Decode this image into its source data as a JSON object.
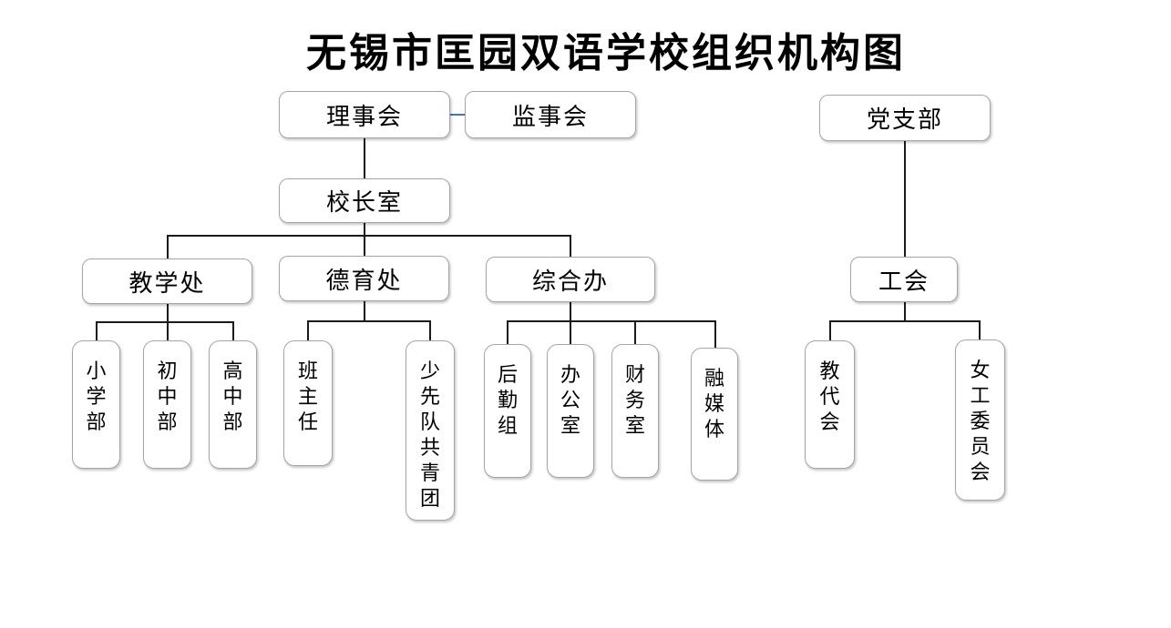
{
  "title": "无锡市匡园双语学校组织机构图",
  "colors": {
    "background": "#ffffff",
    "box_border": "#a6a6a6",
    "box_fill": "#ffffff",
    "connector": "#1a1a1a",
    "peer_connector": "#4472c4",
    "text": "#000000"
  },
  "nodes": {
    "board": {
      "label": "理事会"
    },
    "supervisory": {
      "label": "监事会"
    },
    "party": {
      "label": "党支部"
    },
    "principal": {
      "label": "校长室"
    },
    "teaching": {
      "label": "教学处"
    },
    "moral": {
      "label": "德育处"
    },
    "general": {
      "label": "综合办"
    },
    "union": {
      "label": "工会"
    },
    "primary": {
      "label": "小学部"
    },
    "junior": {
      "label": "初中部"
    },
    "senior": {
      "label": "高中部"
    },
    "head_teacher": {
      "label": "班主任"
    },
    "young_pioneers": {
      "label": "少先队共青团"
    },
    "logistics": {
      "label": "后勤组"
    },
    "admin_office": {
      "label": "办公室"
    },
    "finance": {
      "label": "财务室"
    },
    "media": {
      "label": "融媒体"
    },
    "staff_congress": {
      "label": "教代会"
    },
    "women_committee": {
      "label": "女工委员会"
    }
  },
  "hierarchy": {
    "board": [
      "principal"
    ],
    "board_peer": [
      "supervisory"
    ],
    "principal": [
      "teaching",
      "moral",
      "general"
    ],
    "teaching": [
      "primary",
      "junior",
      "senior"
    ],
    "moral": [
      "head_teacher",
      "young_pioneers"
    ],
    "general": [
      "logistics",
      "admin_office",
      "finance",
      "media"
    ],
    "party": [
      "union"
    ],
    "union": [
      "staff_congress",
      "women_committee"
    ]
  }
}
